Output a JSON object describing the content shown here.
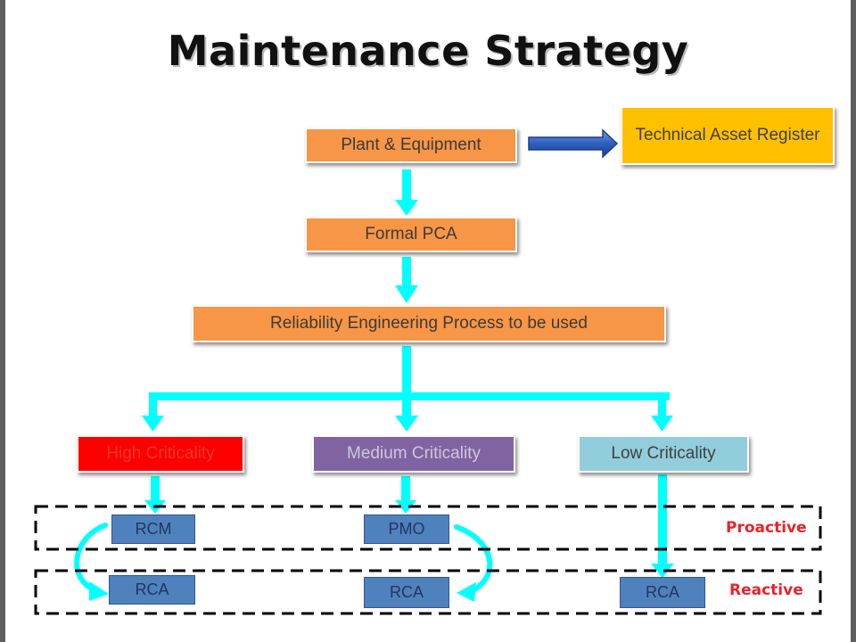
{
  "title": "Maintenance Strategy",
  "boxes": {
    "plant_equipment": "Plant & Equipment",
    "technical_asset_register": "Technical Asset Register",
    "formal_pca": "Formal PCA",
    "reliability_process": "Reliability Engineering Process to be used",
    "high_criticality": "High Criticality",
    "medium_criticality": "Medium Criticality",
    "low_criticality": "Low Criticality"
  },
  "strategies": {
    "rcm": "RCM",
    "pmo": "PMO",
    "rca_high": "RCA",
    "rca_medium": "RCA",
    "rca_low": "RCA"
  },
  "bands": {
    "proactive": "Proactive",
    "reactive": "Reactive"
  },
  "colors": {
    "arrow": "#00ffff",
    "orange_box": "#f79646",
    "yellow_box": "#ffc000",
    "high_box": "#ff0000",
    "medium_box": "#8064a2",
    "low_box": "#92cddc",
    "strategy_box": "#4f81bd",
    "band_label": "#e8232a"
  }
}
